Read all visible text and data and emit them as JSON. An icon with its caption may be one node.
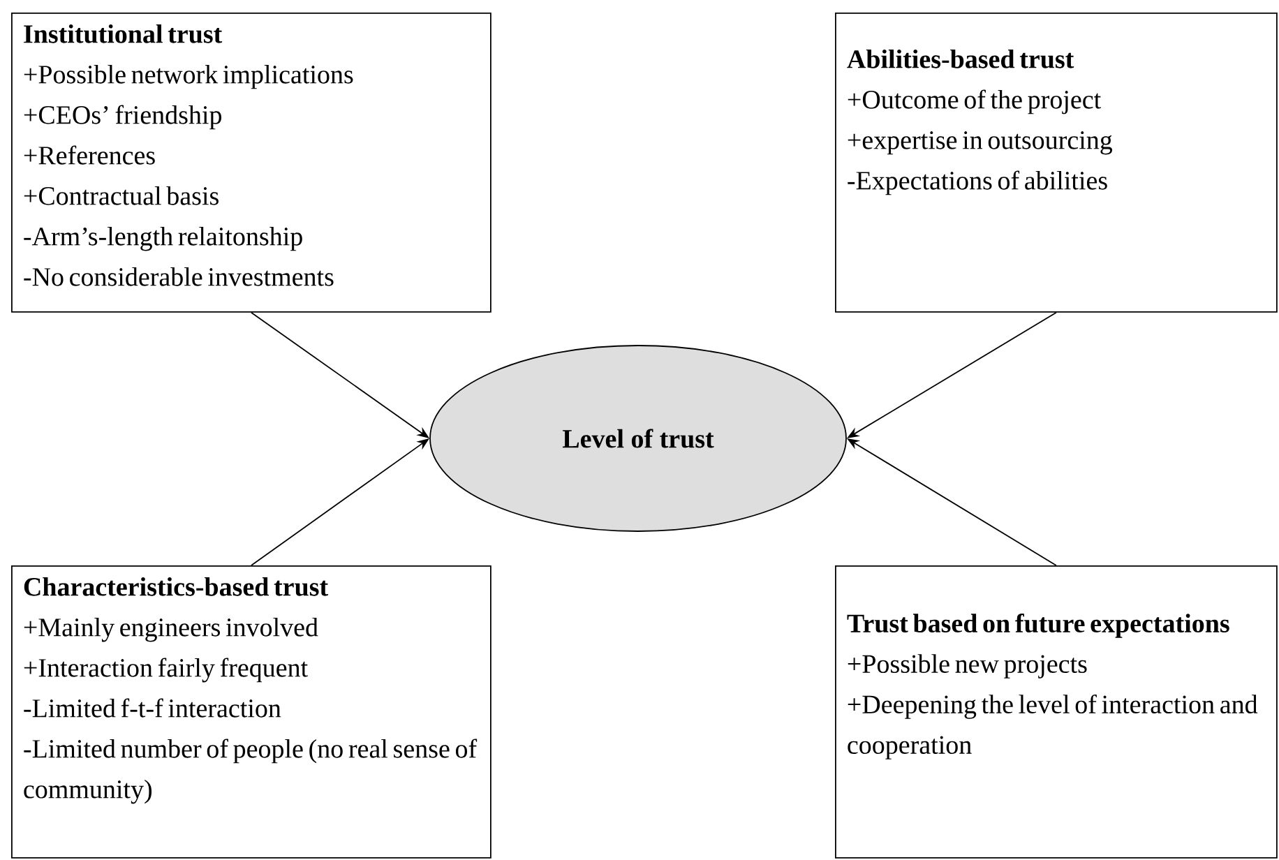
{
  "diagram": {
    "nodes": [
      {
        "text": [
          "Institutional trust",
          "+Possible network implications",
          "+CEOs’ friendship",
          "+References",
          "+Contractual basis",
          "-Arm’s-length relaitonship",
          "-No considerable investments"
        ]
      },
      {
        "text": [
          "Abilities-based trust",
          "+Outcome of the project",
          "+expertise in outsourcing",
          "-Expectations of abilities"
        ]
      },
      {
        "text": [
          "Level of trust"
        ]
      },
      {
        "text": [
          "Characteristics-based trust",
          "+Mainly engineers involved",
          "+Interaction fairly frequent",
          "-Limited f-t-f interaction",
          "-Limited number of people (no real sense of community)"
        ]
      },
      {
        "text": [
          "Trust based on future expectations",
          "+Possible new projects",
          "+Deepening the level of interaction and cooperation"
        ]
      }
    ],
    "edges": [
      {
        "from": 0,
        "to": 2,
        "arrow": "to"
      },
      {
        "from": 1,
        "to": 2,
        "arrow": "to"
      },
      {
        "from": 3,
        "to": 2,
        "arrow": "to"
      },
      {
        "from": 4,
        "to": 2,
        "arrow": "to"
      }
    ]
  }
}
